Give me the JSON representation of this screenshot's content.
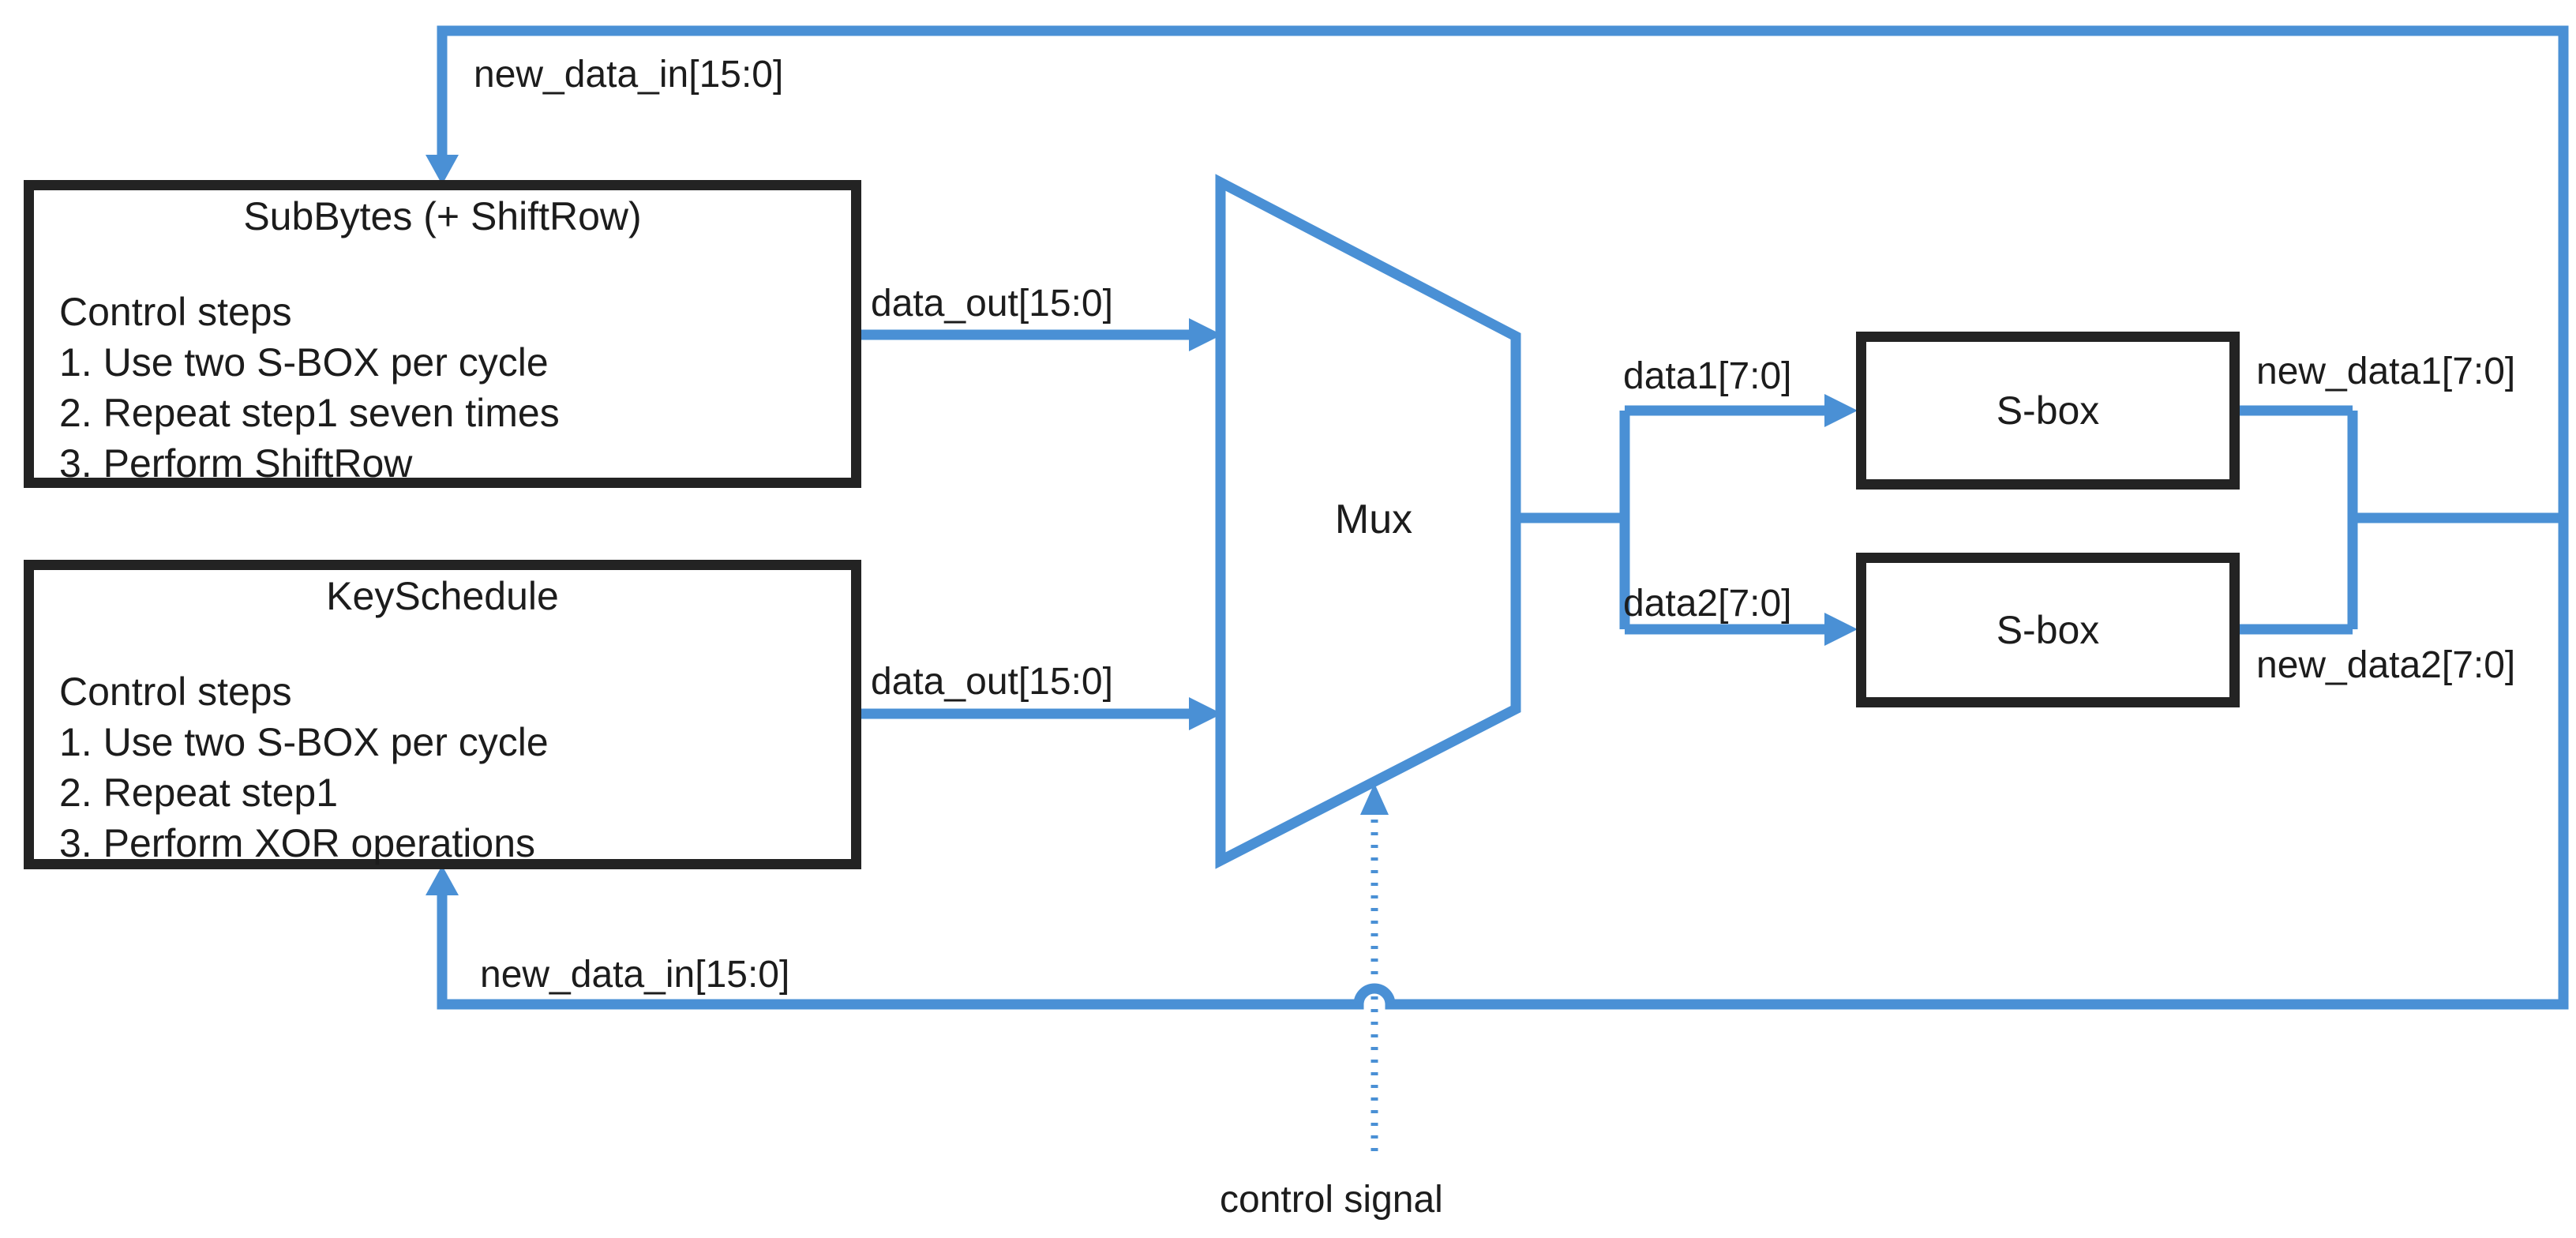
{
  "colors": {
    "wire_blue": "#4a90d5",
    "box_border_black": "#232323",
    "text_dark": "#1c1c1c",
    "background": "#ffffff"
  },
  "blocks": {
    "subbytes": {
      "title": "SubBytes (+ ShiftRow)",
      "lines": [
        "Control steps",
        "1. Use two S-BOX per cycle",
        "2. Repeat step1 seven times",
        "3. Perform ShiftRow"
      ]
    },
    "keyschedule": {
      "title": "KeySchedule",
      "lines": [
        "Control steps",
        "1. Use two S-BOX per cycle",
        "2. Repeat step1",
        "3. Perform XOR operations"
      ]
    },
    "mux_label": "Mux",
    "sbox_top_label": "S-box",
    "sbox_bottom_label": "S-box"
  },
  "signals": {
    "new_data_in_top": "new_data_in[15:0]",
    "new_data_in_bottom": "new_data_in[15:0]",
    "data_out_top": "data_out[15:0]",
    "data_out_bottom": "data_out[15:0]",
    "data1": "data1[7:0]",
    "data2": "data2[7:0]",
    "new_data1": "new_data1[7:0]",
    "new_data2": "new_data2[7:0]",
    "control_signal": "control signal"
  }
}
